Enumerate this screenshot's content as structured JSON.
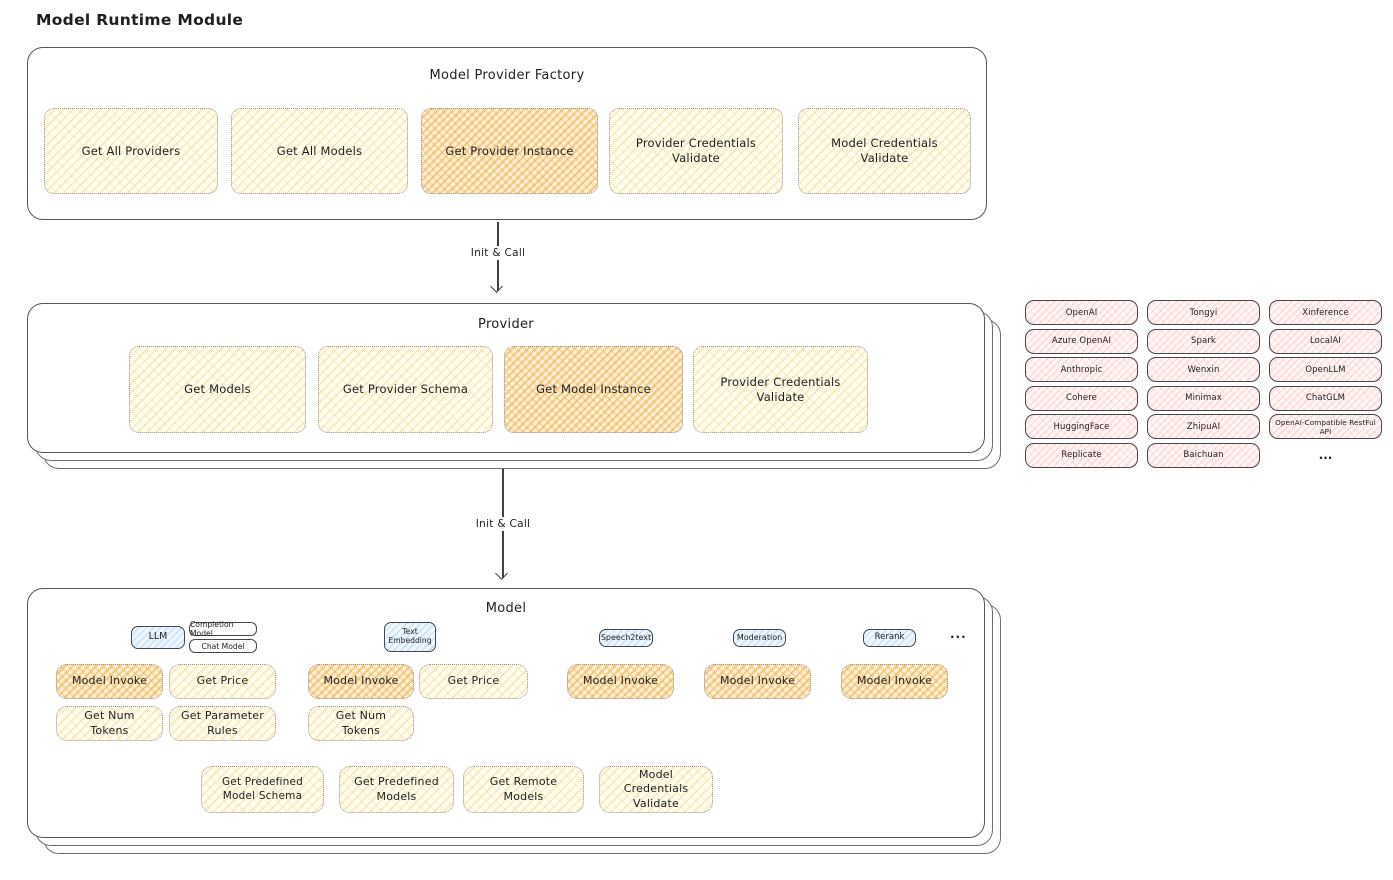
{
  "page_title": "Model Runtime Module",
  "init_call_label": "Init & Call",
  "factory": {
    "title": "Model Provider Factory",
    "boxes": [
      "Get All Providers",
      "Get All Models",
      "Get Provider Instance",
      "Provider Credentials Validate",
      "Model Credentials Validate"
    ]
  },
  "provider": {
    "title": "Provider",
    "boxes": [
      "Get Models",
      "Get Provider Schema",
      "Get Model Instance",
      "Provider Credentials Validate"
    ]
  },
  "providers_list": {
    "items": [
      "OpenAI",
      "Tongyi",
      "Xinference",
      "Azure OpenAI",
      "Spark",
      "LocalAI",
      "Anthropic",
      "Wenxin",
      "OpenLLM",
      "Cohere",
      "Minimax",
      "ChatGLM",
      "HuggingFace",
      "ZhipuAI",
      "OpenAI-Compatible RestFul API",
      "Replicate",
      "Baichuan"
    ],
    "more": "..."
  },
  "model": {
    "title": "Model",
    "tabs": {
      "llm": "LLM",
      "completion": "Completion Model",
      "chat": "Chat Model",
      "text_embedding": "Text Embedding",
      "speech2text": "Speech2text",
      "moderation": "Moderation",
      "rerank": "Rerank",
      "more": "..."
    },
    "llm_functions": [
      "Model Invoke",
      "Get Price",
      "Get Num Tokens",
      "Get Parameter Rules"
    ],
    "text_embedding_functions": [
      "Model Invoke",
      "Get Price",
      "Get Num Tokens"
    ],
    "speech2text_functions": [
      "Model Invoke"
    ],
    "moderation_functions": [
      "Model Invoke"
    ],
    "rerank_functions": [
      "Model Invoke"
    ],
    "common_functions": [
      "Get Predefined Model Schema",
      "Get Predefined Models",
      "Get Remote Models",
      "Model Credentials Validate"
    ]
  },
  "colors": {
    "yellow_fill": "#fffcf0",
    "yellow_hatch": "#f2dc96",
    "orange_hatch": "#f0af50",
    "pink_fill": "#fff6f6",
    "pink_hatch": "#ff9696",
    "blue_fill": "#edf6fe",
    "blue_hatch": "#78b9f0",
    "border_dark": "#45474b",
    "border_dotted": "#97918a",
    "text": "#1f1f1f"
  }
}
